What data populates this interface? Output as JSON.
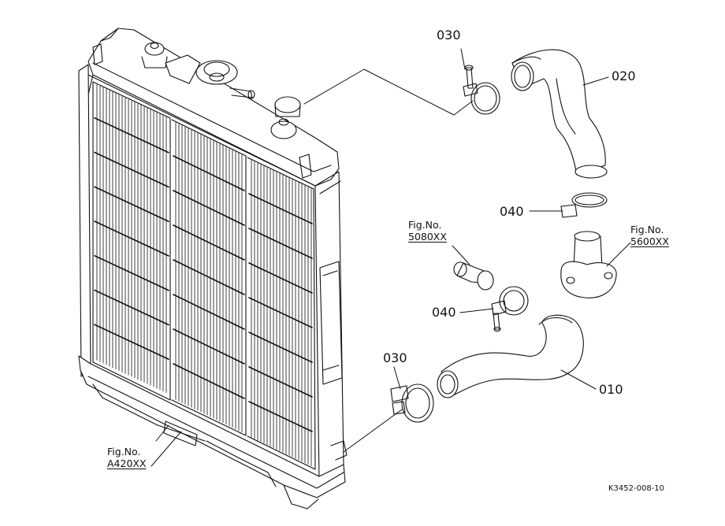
{
  "callouts": {
    "c010": "010",
    "c020": "020",
    "c030_top": "030",
    "c030_bottom": "030",
    "c040_top": "040",
    "c040_bottom": "040"
  },
  "figrefs": {
    "f5080": {
      "prefix": "Fig.No.",
      "number": "5080XX"
    },
    "f5600": {
      "prefix": "Fig.No.",
      "number": "5600XX"
    },
    "fA420": {
      "prefix": "Fig.No.",
      "number": "A420XX"
    }
  },
  "drawing_code": "K3452-008-10"
}
